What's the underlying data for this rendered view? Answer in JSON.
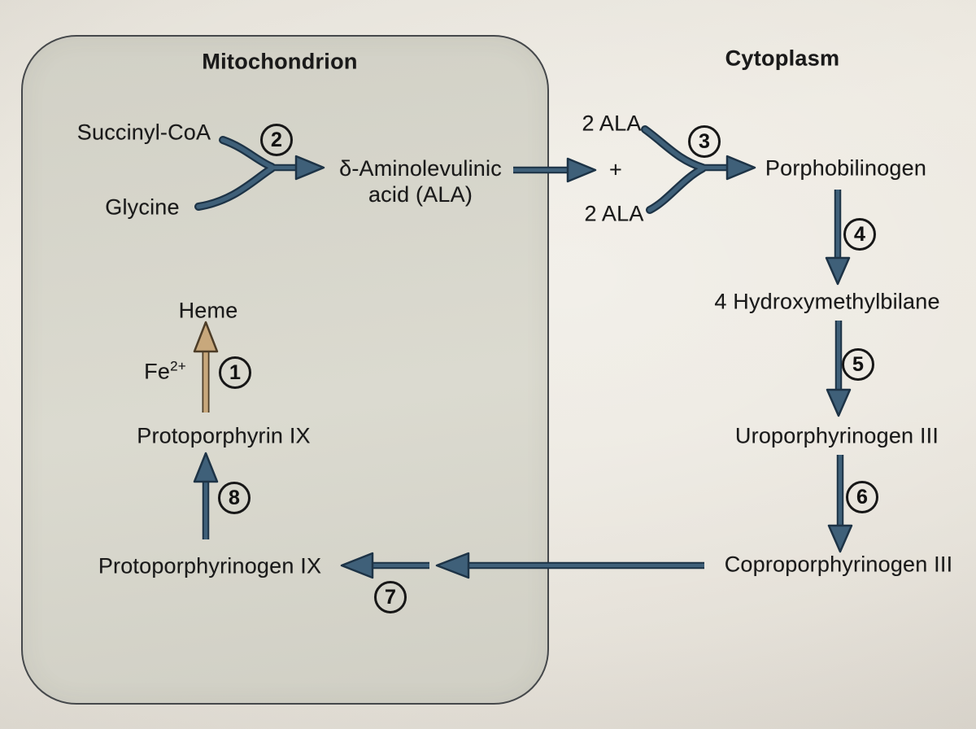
{
  "regions": {
    "mitochondrion": {
      "label": "Mitochondrion"
    },
    "cytoplasm": {
      "label": "Cytoplasm"
    }
  },
  "metabolites": {
    "succinyl_coa": "Succinyl-CoA",
    "glycine": "Glycine",
    "ala_line1": "δ-Aminolevulinic",
    "ala_line2": "acid (ALA)",
    "two_ala_top": "2 ALA",
    "two_ala_plus": "+",
    "two_ala_bottom": "2 ALA",
    "porphobilinogen": "Porphobilinogen",
    "hydroxymethylbilane": "4 Hydroxymethylbilane",
    "uroporphyrinogen_iii": "Uroporphyrinogen III",
    "coproporphyrinogen_iii": "Coproporphyrinogen III",
    "protoporphyrinogen_ix": "Protoporphyrinogen IX",
    "protoporphyrin_ix": "Protoporphyrin IX",
    "heme": "Heme",
    "fe_symbol": "Fe",
    "fe_charge": "2+"
  },
  "steps": [
    "1",
    "2",
    "3",
    "4",
    "5",
    "6",
    "7",
    "8"
  ],
  "colors": {
    "arrow_blue": "#3f6079",
    "arrow_blue_dark": "#1d3346",
    "arrow_tan": "#c8a87c",
    "arrow_tan_dark": "#4d3d28",
    "mito_fill": "#d9d8cd",
    "mito_border": "#45484b",
    "background": "#e9e5dc",
    "text": "#1a1a1a"
  }
}
